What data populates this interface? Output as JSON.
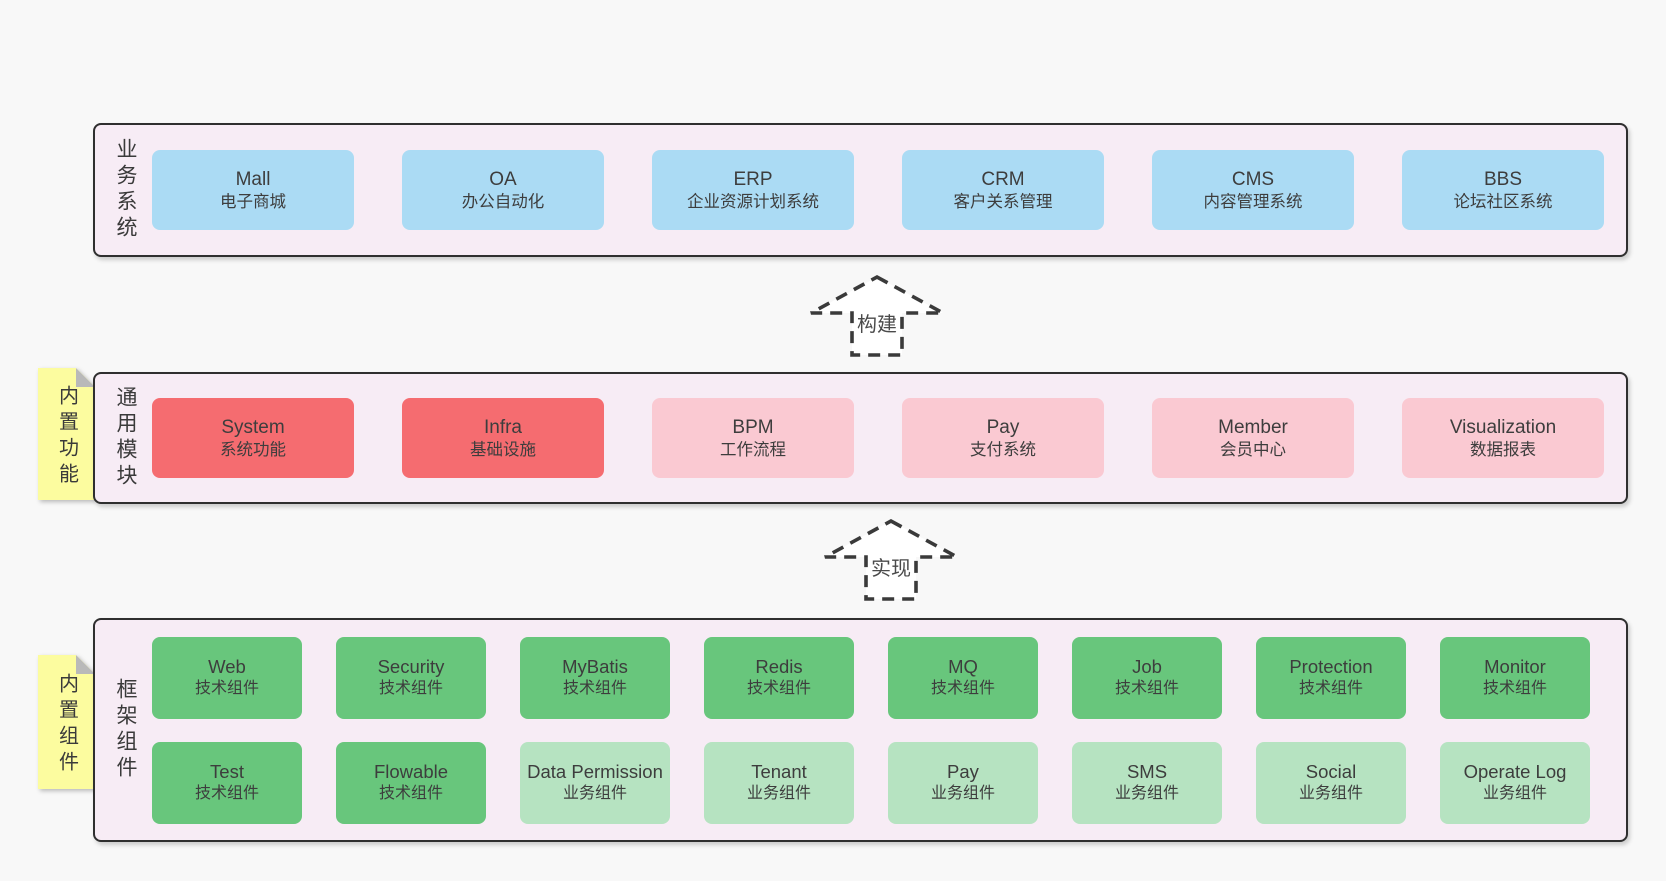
{
  "diagram_title": "framework architecture diagram",
  "colors": {
    "page_bg": "#f8f8f8",
    "section_bg": "#f7ecf5",
    "section_border": "#2f2f2f",
    "blue_box": "#abdbf4",
    "red_box": "#f56c70",
    "pink_box": "#fac9d2",
    "green_box": "#68c67c",
    "lightgreen_box": "#b6e3c1",
    "sticky_tab": "#fcfc9f",
    "tab_fold": "#b9b9b9",
    "text": "#3d3d3d"
  },
  "arrows": [
    {
      "label": "构建"
    },
    {
      "label": "实现"
    }
  ],
  "sections": [
    {
      "label": "业务系统",
      "boxes": [
        {
          "name": "Mall",
          "desc": "电子商城"
        },
        {
          "name": "OA",
          "desc": "办公自动化"
        },
        {
          "name": "ERP",
          "desc": "企业资源计划系统"
        },
        {
          "name": "CRM",
          "desc": "客户关系管理"
        },
        {
          "name": "CMS",
          "desc": "内容管理系统"
        },
        {
          "name": "BBS",
          "desc": "论坛社区系统"
        }
      ]
    },
    {
      "label": "通用模块",
      "tab": "内置功能",
      "boxes": [
        {
          "name": "System",
          "desc": "系统功能"
        },
        {
          "name": "Infra",
          "desc": "基础设施"
        },
        {
          "name": "BPM",
          "desc": "工作流程"
        },
        {
          "name": "Pay",
          "desc": "支付系统"
        },
        {
          "name": "Member",
          "desc": "会员中心"
        },
        {
          "name": "Visualization",
          "desc": "数据报表"
        }
      ]
    },
    {
      "label": "框架组件",
      "tab": "内置组件",
      "rows": [
        [
          {
            "name": "Web",
            "desc": "技术组件"
          },
          {
            "name": "Security",
            "desc": "技术组件"
          },
          {
            "name": "MyBatis",
            "desc": "技术组件"
          },
          {
            "name": "Redis",
            "desc": "技术组件"
          },
          {
            "name": "MQ",
            "desc": "技术组件"
          },
          {
            "name": "Job",
            "desc": "技术组件"
          },
          {
            "name": "Protection",
            "desc": "技术组件"
          },
          {
            "name": "Monitor",
            "desc": "技术组件"
          }
        ],
        [
          {
            "name": "Test",
            "desc": "技术组件"
          },
          {
            "name": "Flowable",
            "desc": "技术组件"
          },
          {
            "name": "Data Permission",
            "desc": "业务组件"
          },
          {
            "name": "Tenant",
            "desc": "业务组件"
          },
          {
            "name": "Pay",
            "desc": "业务组件"
          },
          {
            "name": "SMS",
            "desc": "业务组件"
          },
          {
            "name": "Social",
            "desc": "业务组件"
          },
          {
            "name": "Operate Log",
            "desc": "业务组件"
          }
        ]
      ]
    }
  ]
}
